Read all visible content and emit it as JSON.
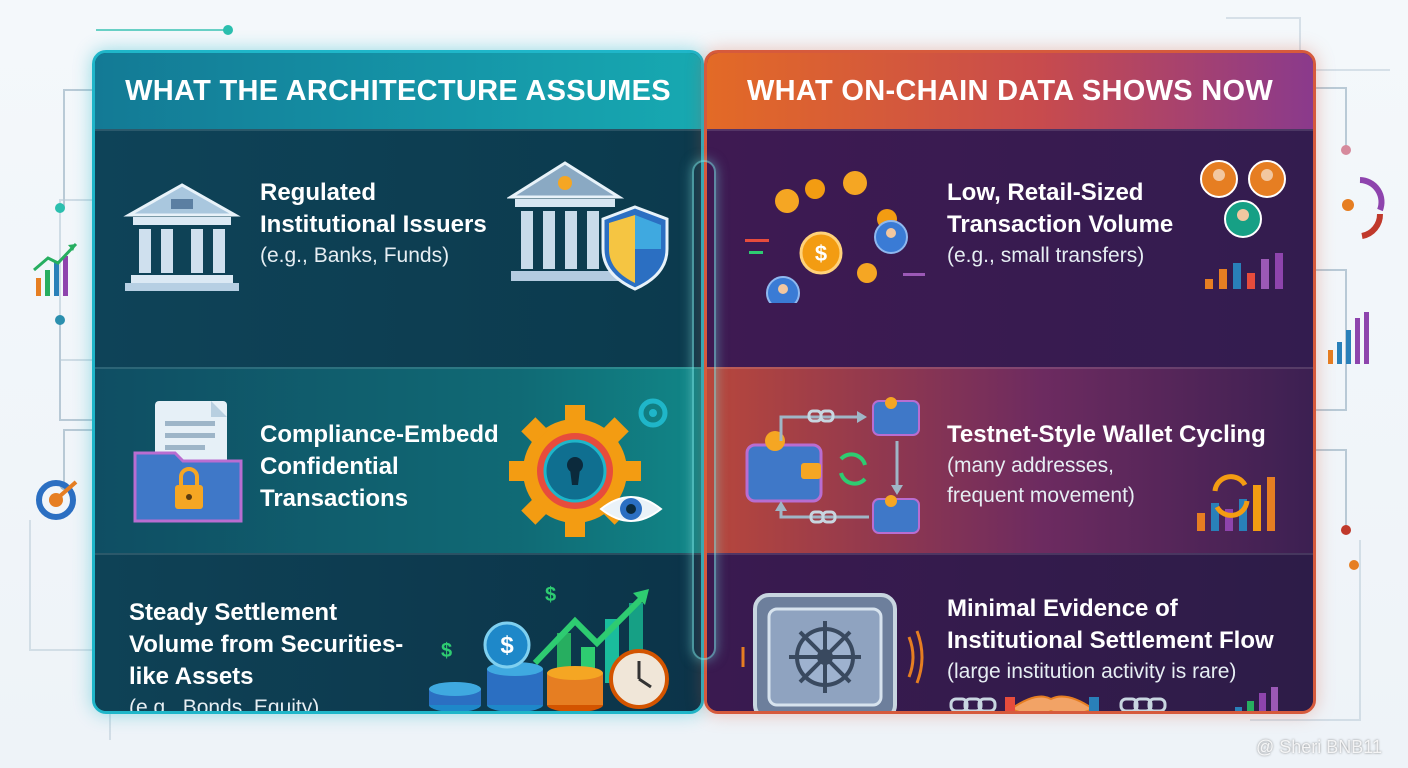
{
  "left_panel": {
    "header": "WHAT THE ARCHITECTURE ASSUMES",
    "items": [
      {
        "title_lines": [
          "Regulated",
          "Institutional Issuers"
        ],
        "sub_lines": [
          "(e.g., Banks, Funds)"
        ],
        "icons": [
          "bank-icon",
          "shield-icon"
        ]
      },
      {
        "title_lines": [
          "Compliance-Embedd",
          "Confidential",
          "Transactions"
        ],
        "sub_lines": [],
        "icons": [
          "document-folder-lock-icon",
          "gear-keyhole-icon",
          "eye-icon"
        ]
      },
      {
        "title_lines": [
          "Steady Settlement",
          "Volume from Securities-",
          "like Assets"
        ],
        "sub_lines": [
          "(e.g., Bonds, Equity)"
        ],
        "icons": [
          "coin-stacks-icon",
          "growth-chart-icon",
          "clock-icon"
        ]
      }
    ]
  },
  "right_panel": {
    "header": "WHAT ON-CHAIN DATA SHOWS NOW",
    "items": [
      {
        "title_lines": [
          "Low, Retail-Sized",
          "Transaction Volume"
        ],
        "sub_lines": [
          "(e.g., small transfers)"
        ],
        "icons": [
          "coins-users-icon",
          "users-icon",
          "bar-chart-icon"
        ]
      },
      {
        "title_lines": [
          "Testnet-Style Wallet Cycling"
        ],
        "sub_lines": [
          "(many addresses,",
          "frequent movement)"
        ],
        "icons": [
          "wallet-cycle-icon",
          "refresh-chart-icon"
        ]
      },
      {
        "title_lines": [
          "Minimal Evidence of",
          "Institutional Settlement Flow"
        ],
        "sub_lines": [
          "(large institution activity is rare)"
        ],
        "icons": [
          "vault-icon",
          "handshake-chain-icon",
          "bar-chart-icon"
        ]
      }
    ]
  },
  "watermark": "@ Sheri BNB11",
  "colors": {
    "left_accent": "#1fb6c9",
    "right_accent": "#d65a3c",
    "left_header": "#1596a8",
    "right_header_start": "#e36a26",
    "right_header_end": "#8a3a8c"
  }
}
